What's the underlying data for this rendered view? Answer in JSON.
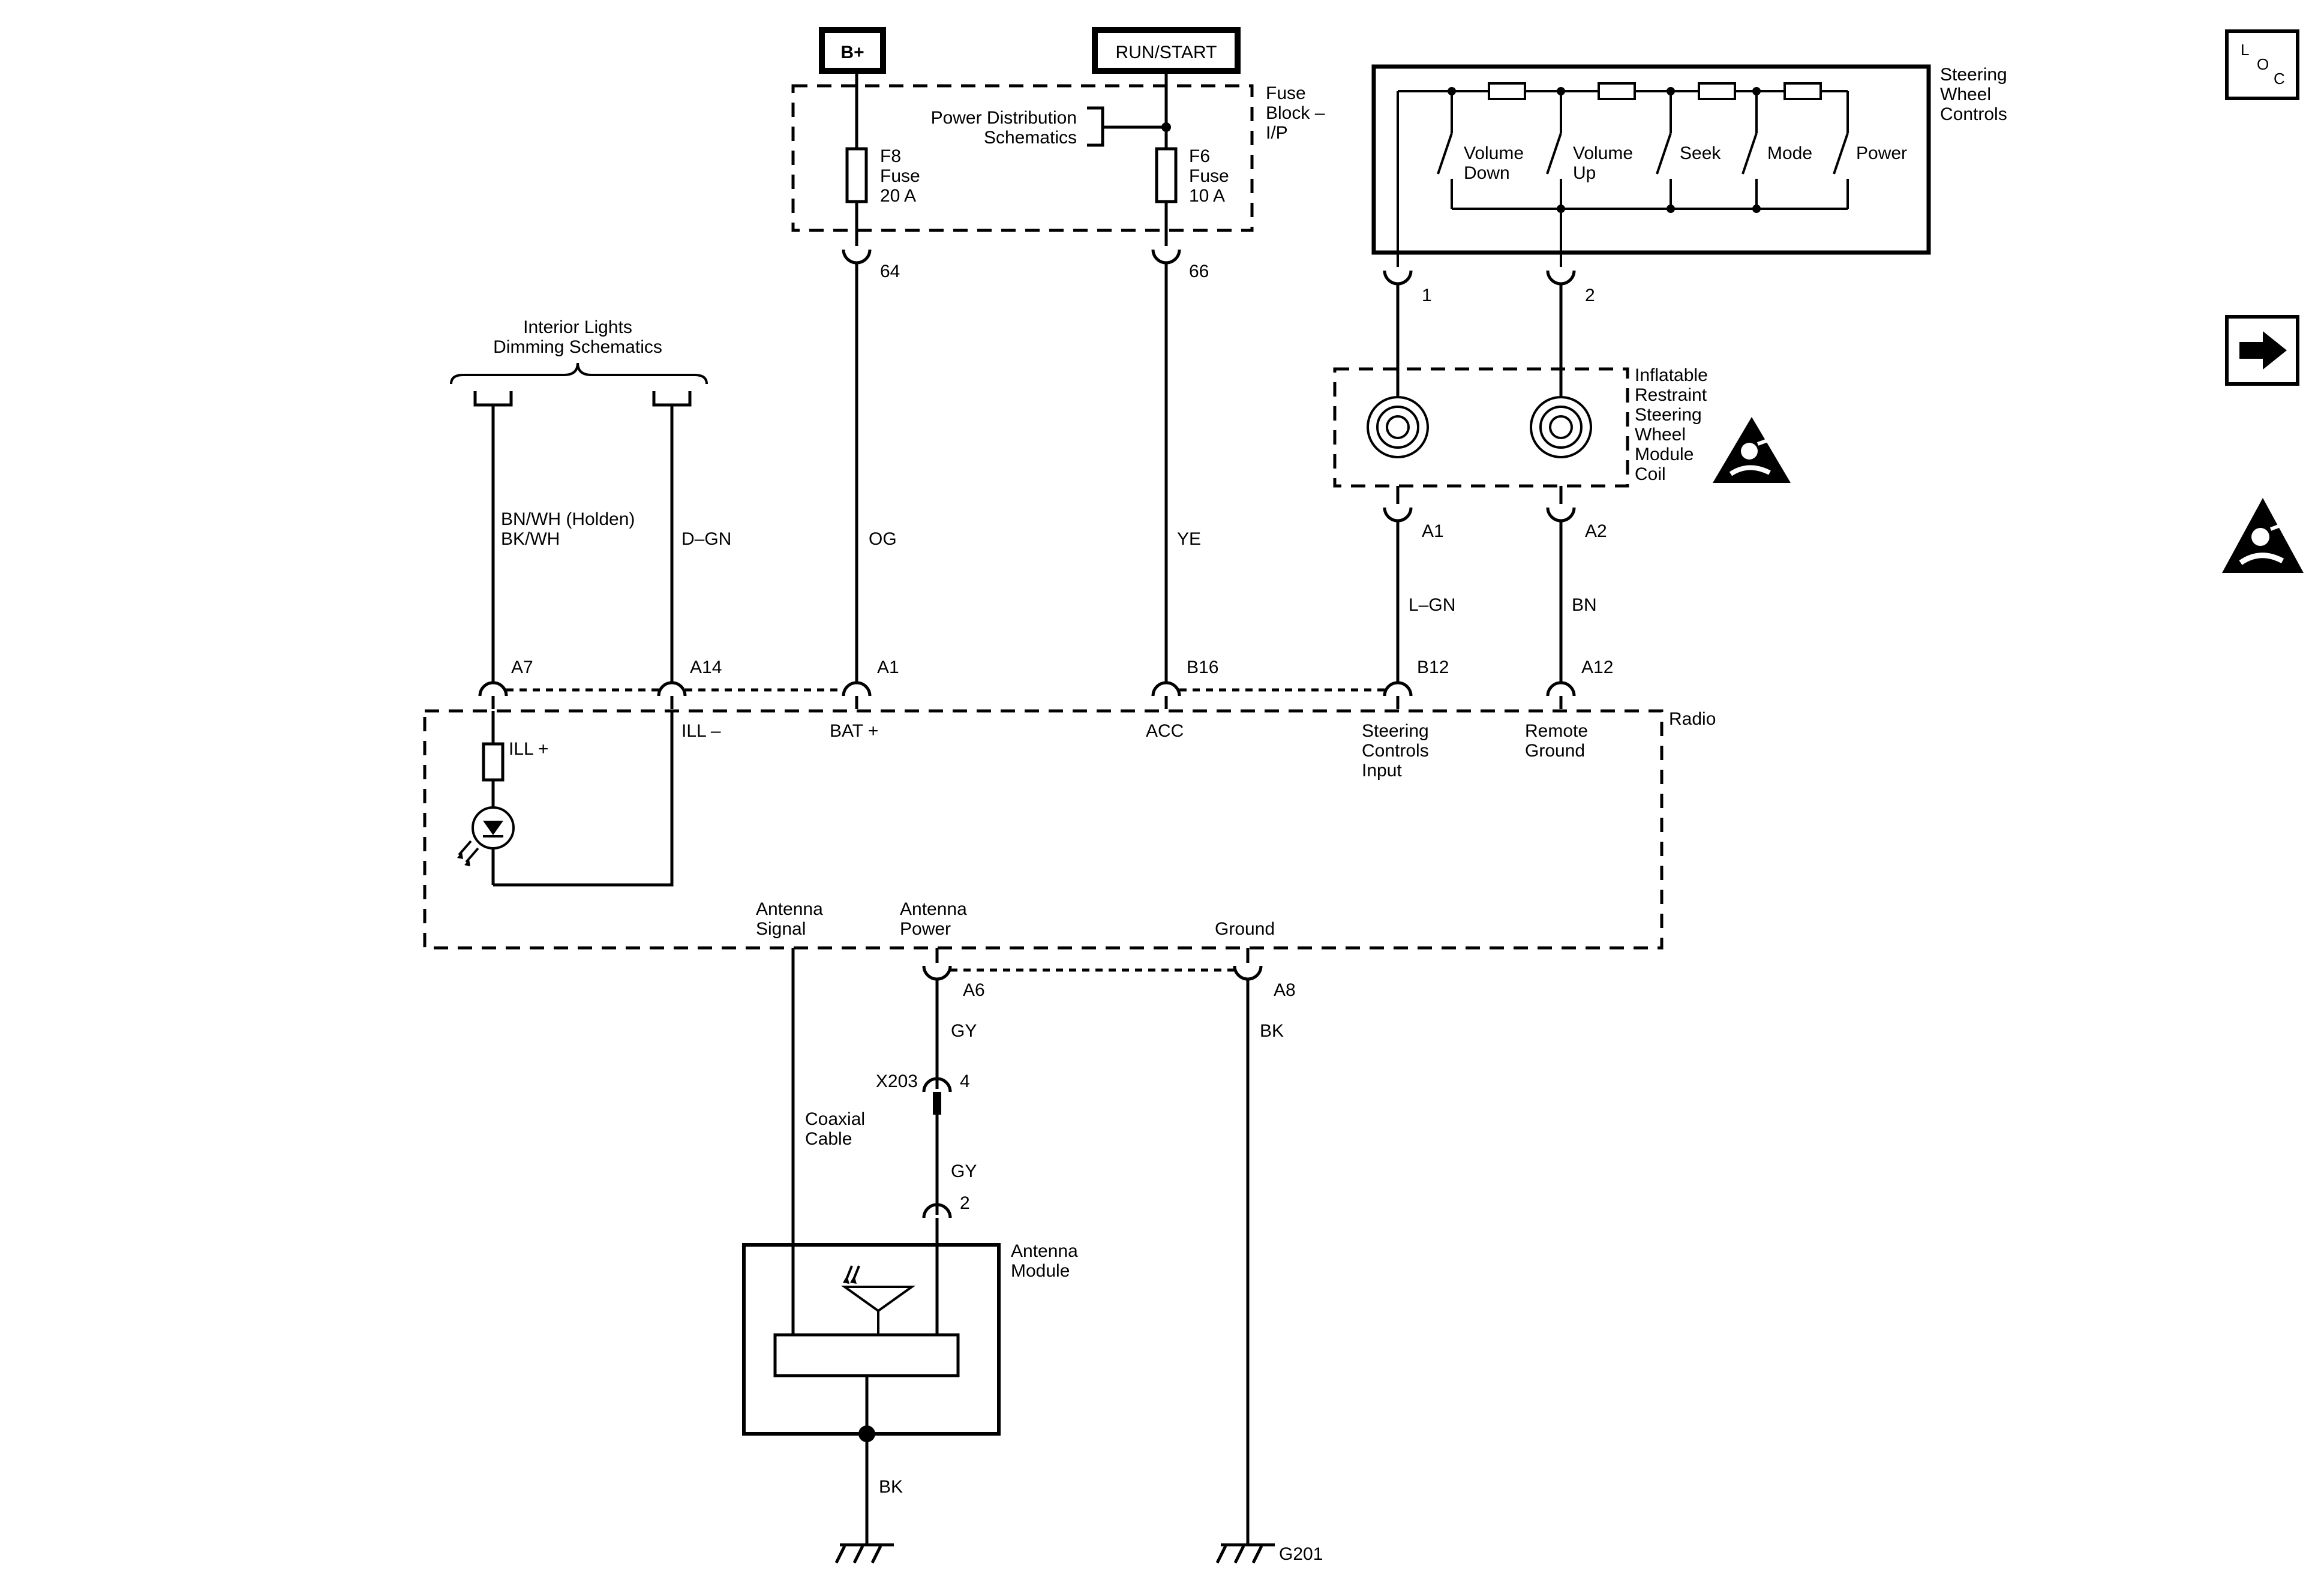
{
  "sources": {
    "bplus": "B+",
    "runstart": "RUN/START"
  },
  "fuse_block": {
    "title_l1": "Fuse",
    "title_l2": "Block –",
    "title_l3": "I/P",
    "pds_l1": "Power Distribution",
    "pds_l2": "Schematics",
    "f8_l1": "F8",
    "f8_l2": "Fuse",
    "f8_l3": "20 A",
    "f6_l1": "F6",
    "f6_l2": "Fuse",
    "f6_l3": "10 A",
    "pin64": "64",
    "pin66": "66"
  },
  "steering_wheel": {
    "title_l1": "Steering",
    "title_l2": "Wheel",
    "title_l3": "Controls",
    "sw_voldown_l1": "Volume",
    "sw_voldown_l2": "Down",
    "sw_volup_l1": "Volume",
    "sw_volup_l2": "Up",
    "sw_seek": "Seek",
    "sw_mode": "Mode",
    "sw_power": "Power",
    "pin1": "1",
    "pin2": "2"
  },
  "coil": {
    "l1": "Inflatable",
    "l2": "Restraint",
    "l3": "Steering",
    "l4": "Wheel",
    "l5": "Module",
    "l6": "Coil",
    "pin_a1": "A1",
    "pin_a2": "A2"
  },
  "interior_lights": {
    "l1": "Interior Lights",
    "l2": "Dimming Schematics"
  },
  "wires": {
    "bnwh_l1": "BN/WH (Holden)",
    "bnwh_l2": "BK/WH",
    "dgn": "D–GN",
    "og": "OG",
    "ye": "YE",
    "lgn": "L–GN",
    "bn": "BN",
    "gy1": "GY",
    "gy2": "GY",
    "bk1": "BK",
    "bk2": "BK",
    "coax_l1": "Coaxial",
    "coax_l2": "Cable"
  },
  "radio": {
    "title": "Radio",
    "pin_a7": "A7",
    "pin_a14": "A14",
    "pin_a1": "A1",
    "pin_b16": "B16",
    "pin_b12": "B12",
    "pin_a12": "A12",
    "ill_plus": "ILL +",
    "ill_minus": "ILL –",
    "bat_plus": "BAT +",
    "acc": "ACC",
    "steer_l1": "Steering",
    "steer_l2": "Controls",
    "steer_l3": "Input",
    "rg_l1": "Remote",
    "rg_l2": "Ground",
    "ant_sig_l1": "Antenna",
    "ant_sig_l2": "Signal",
    "ant_pwr_l1": "Antenna",
    "ant_pwr_l2": "Power",
    "ground": "Ground",
    "pin_a6": "A6",
    "pin_a8": "A8"
  },
  "connector_x203": {
    "name": "X203",
    "pin": "4"
  },
  "antenna_module": {
    "title_l1": "Antenna",
    "title_l2": "Module",
    "pin2": "2"
  },
  "ground_g201": "G201",
  "side_icons": {
    "loc_l": "L",
    "loc_o": "O",
    "loc_c": "C"
  }
}
